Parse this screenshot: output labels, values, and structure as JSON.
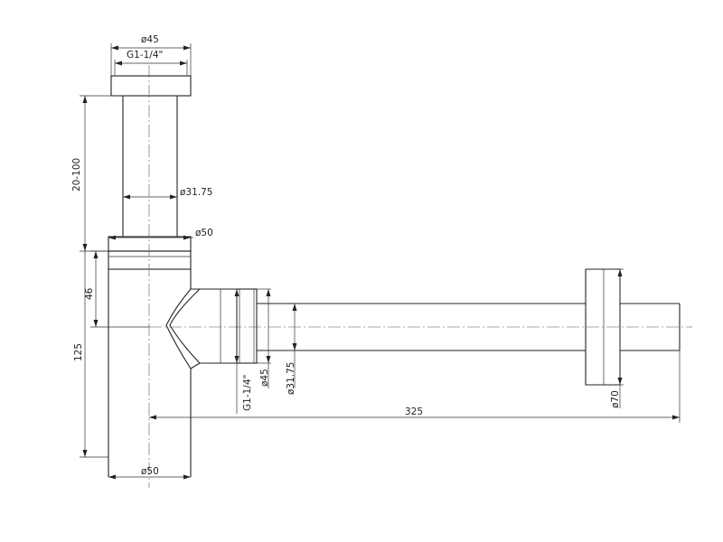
{
  "dimensions": {
    "top_cap_diameter": "ø45",
    "top_thread": "G1-1/4\"",
    "adjustable_height": "20-100",
    "tube_diameter": "ø31.75",
    "body_top_diameter": "ø50",
    "upper_height": "46",
    "lower_height": "125",
    "body_bottom_diameter": "ø50",
    "outlet_thread": "G1-1/4\"",
    "outlet_diameter": "ø45",
    "outlet_tube_diameter": "ø31.75",
    "flange_diameter": "ø70",
    "outlet_length": "325"
  }
}
